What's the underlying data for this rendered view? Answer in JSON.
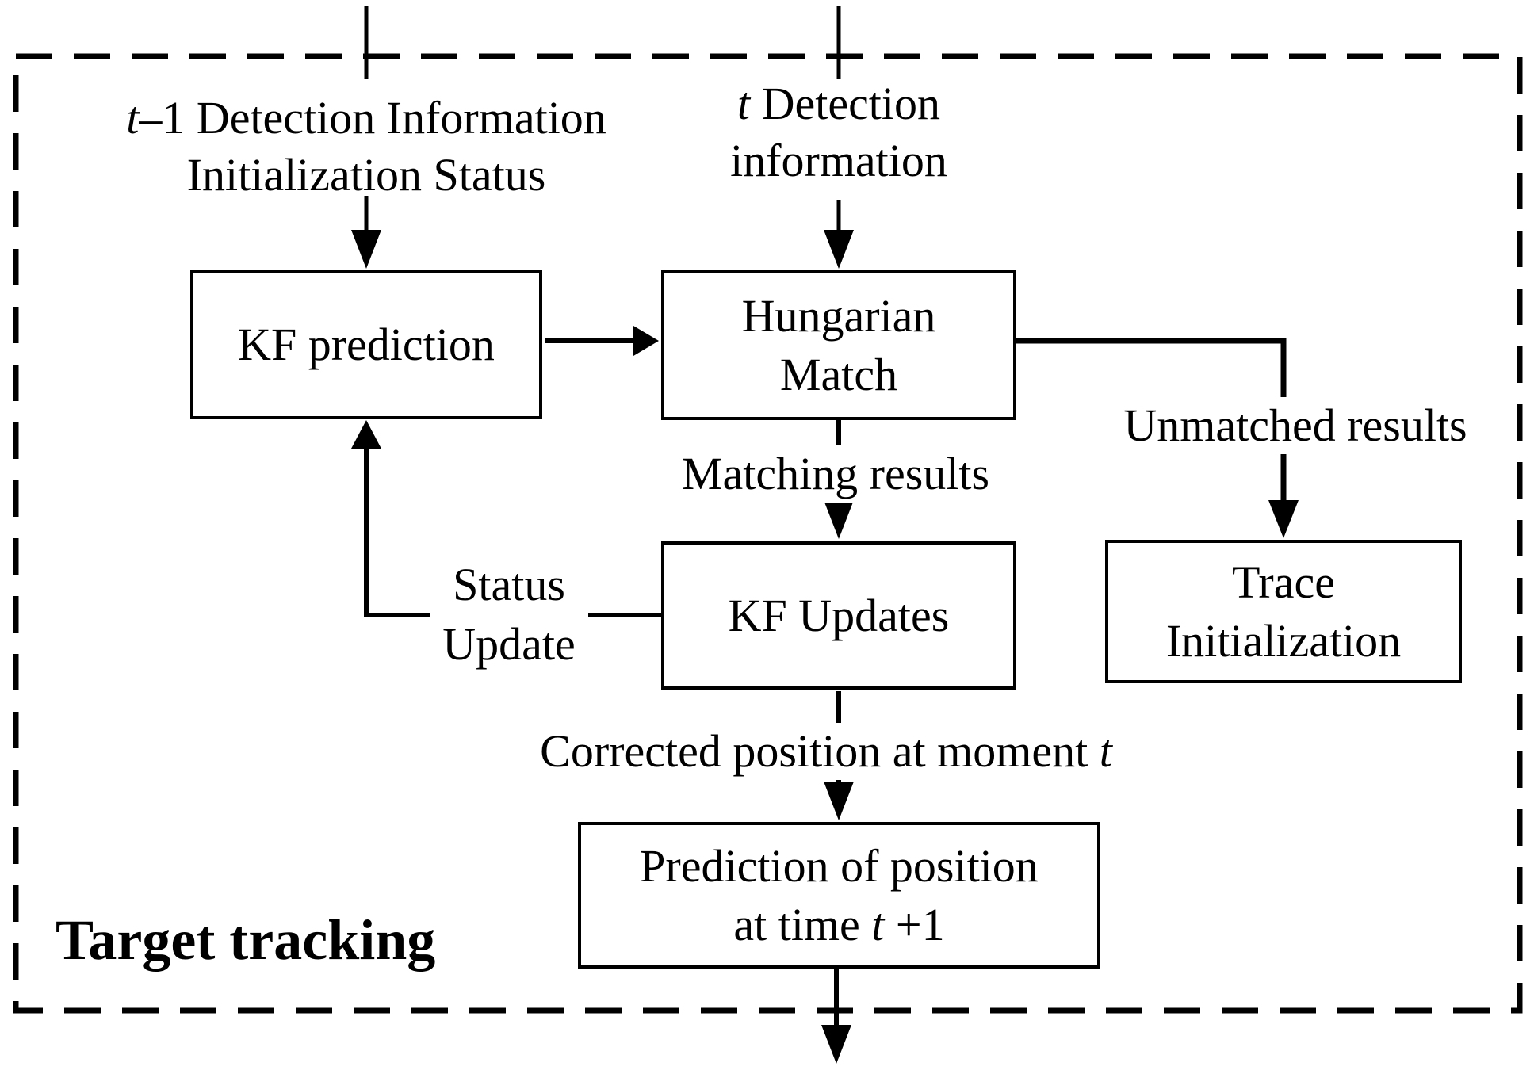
{
  "frame": {
    "label": "Target tracking"
  },
  "inputs": {
    "prev": {
      "italic": "t",
      "rest": "–1 Detection Information",
      "line2": "Initialization Status"
    },
    "curr": {
      "italic": "t",
      "rest": " Detection",
      "line2": "information"
    }
  },
  "boxes": {
    "kf_prediction": "KF prediction",
    "hungarian_line1": "Hungarian",
    "hungarian_line2": "Match",
    "kf_updates": "KF Updates",
    "trace_line1": "Trace",
    "trace_line2": "Initialization",
    "prediction_line1": "Prediction of position",
    "prediction_line2_pre": "at time ",
    "prediction_line2_italic": "t",
    "prediction_line2_post": " +1"
  },
  "edges": {
    "matching": "Matching results",
    "unmatched": "Unmatched results",
    "status_line1": "Status",
    "status_line2": "Update",
    "corrected_pre": "Corrected position at moment ",
    "corrected_italic": "t"
  },
  "colors": {
    "ink": "#000000",
    "background": "#ffffff"
  }
}
